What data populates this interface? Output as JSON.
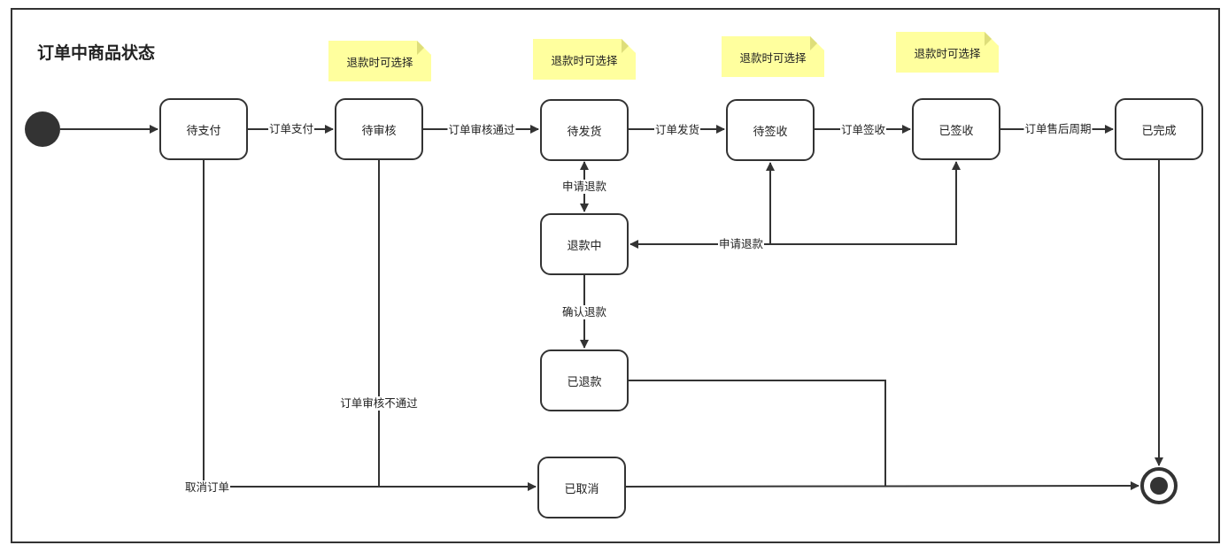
{
  "title": "订单中商品状态",
  "states": {
    "pending_payment": "待支付",
    "pending_review": "待审核",
    "pending_shipment": "待发货",
    "pending_receipt": "待签收",
    "received": "已签收",
    "completed": "已完成",
    "refunding": "退款中",
    "refunded": "已退款",
    "cancelled": "已取消"
  },
  "notes": [
    "退款时可选择",
    "退款时可选择",
    "退款时可选择",
    "退款时可选择"
  ],
  "transitions": {
    "order_pay": "订单支付",
    "review_pass": "订单审核通过",
    "order_ship": "订单发货",
    "order_sign": "订单签收",
    "after_sale_period": "订单售后周期",
    "apply_refund_1": "申请退款",
    "apply_refund_2": "申请退款",
    "confirm_refund": "确认退款",
    "review_fail": "订单审核不通过",
    "cancel_order": "取消订单"
  }
}
